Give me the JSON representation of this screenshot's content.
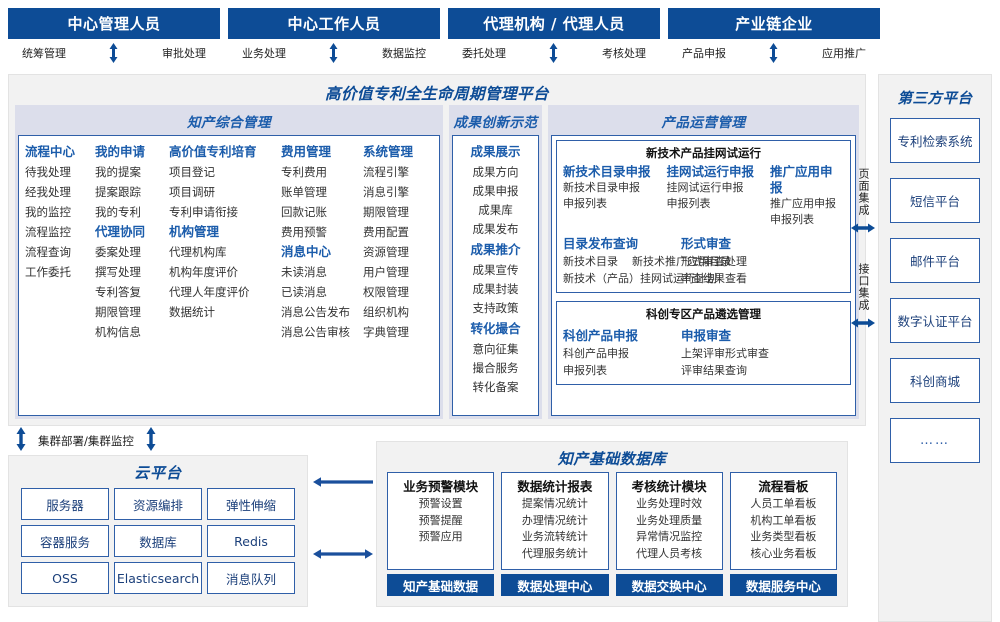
{
  "actors": [
    {
      "title": "中心管理人员",
      "left": "统筹管理",
      "right": "审批处理"
    },
    {
      "title": "中心工作人员",
      "left": "业务处理",
      "right": "数据监控"
    },
    {
      "title": "代理机构 / 代理人员",
      "left": "委托处理",
      "right": "考核处理"
    },
    {
      "title": "产业链企业",
      "left": "产品申报",
      "right": "应用推广"
    }
  ],
  "platform": {
    "title": "高价值专利全生命周期管理平台",
    "zone1": {
      "title": "知产综合管理",
      "columns": [
        {
          "groups": [
            {
              "header": "流程中心",
              "items": [
                "待我处理",
                "经我处理",
                "我的监控",
                "流程监控",
                "流程查询",
                "工作委托"
              ]
            }
          ]
        },
        {
          "groups": [
            {
              "header": "我的申请",
              "items": [
                "我的提案",
                "提案跟踪",
                "我的专利"
              ]
            },
            {
              "header": "代理协同",
              "items": [
                "委案处理",
                "撰写处理",
                "专利答复",
                "期限管理",
                "机构信息"
              ]
            }
          ]
        },
        {
          "groups": [
            {
              "header": "高价值专利培育",
              "items": [
                "项目登记",
                "项目调研",
                "专利申请衔接"
              ]
            },
            {
              "header": "机构管理",
              "items": [
                "代理机构库",
                "机构年度评价",
                "代理人年度评价",
                "数据统计"
              ]
            }
          ]
        },
        {
          "groups": [
            {
              "header": "费用管理",
              "items": [
                "专利费用",
                "账单管理",
                "回款记账",
                "费用预警"
              ]
            },
            {
              "header": "消息中心",
              "items": [
                "未读消息",
                "已读消息",
                "消息公告发布",
                "消息公告审核"
              ]
            }
          ]
        },
        {
          "groups": [
            {
              "header": "系统管理",
              "items": [
                "流程引擎",
                "消息引擎",
                "期限管理",
                "费用配置",
                "资源管理",
                "用户管理",
                "权限管理",
                "组织机构",
                "字典管理"
              ]
            }
          ]
        }
      ]
    },
    "zone2": {
      "title": "成果创新示范",
      "groups": [
        {
          "header": "成果展示",
          "items": [
            "成果方向",
            "成果申报",
            "成果库",
            "成果发布"
          ]
        },
        {
          "header": "成果推介",
          "items": [
            "成果宣传",
            "成果封装",
            "支持政策"
          ]
        },
        {
          "header": "转化撮合",
          "items": [
            "意向征集",
            "撮合服务",
            "转化备案"
          ]
        }
      ]
    },
    "zone3": {
      "title": "产品运营管理",
      "box1": {
        "caption": "新技术产品挂网试运行",
        "top": [
          {
            "header": "新技术目录申报",
            "items": [
              "新技术目录申报",
              "申报列表"
            ]
          },
          {
            "header": "挂网试运行申报",
            "items": [
              "挂网试运行申报",
              "申报列表"
            ]
          },
          {
            "header": "推广应用申报",
            "items": [
              "推广应用申报",
              "申报列表"
            ]
          }
        ],
        "bottom_left_header": "目录发布查询",
        "bottom_left_row1": [
          "新技术目录",
          "新技术推广应用目录"
        ],
        "bottom_left_row2": [
          "新技术（产品）挂网试运行计划"
        ],
        "bottom_right_header": "形式审查",
        "bottom_right_items": [
          "形式审查处理",
          "审查结果查看"
        ]
      },
      "box2": {
        "caption": "科创专区产品遴选管理",
        "left_header": "科创产品申报",
        "left_items": [
          "科创产品申报",
          "申报列表"
        ],
        "right_header": "申报审查",
        "right_items": [
          "上架评审形式审查",
          "评审结果查询"
        ]
      }
    }
  },
  "integration": {
    "page_label": "页面集成",
    "api_label": "接口集成"
  },
  "thirdparty": {
    "title": "第三方平台",
    "items": [
      "专利检索系统",
      "短信平台",
      "邮件平台",
      "数字认证平台",
      "科创商城",
      "……"
    ]
  },
  "cluster_label": "集群部署/集群监控",
  "cloud": {
    "title": "云平台",
    "cells": [
      "服务器",
      "资源编排",
      "弹性伸缩",
      "容器服务",
      "数据库",
      "Redis",
      "OSS",
      "Elasticsearch",
      "消息队列"
    ]
  },
  "knowledge_base": {
    "title": "知产基础数据库",
    "columns": [
      {
        "header": "业务预警模块",
        "items": [
          "预警设置",
          "预警提醒",
          "预警应用"
        ],
        "footer": "知产基础数据"
      },
      {
        "header": "数据统计报表",
        "items": [
          "提案情况统计",
          "办理情况统计",
          "业务流转统计",
          "代理服务统计"
        ],
        "footer": "数据处理中心"
      },
      {
        "header": "考核统计模块",
        "items": [
          "业务处理时效",
          "业务处理质量",
          "异常情况监控",
          "代理人员考核"
        ],
        "footer": "数据交换中心"
      },
      {
        "header": "流程看板",
        "items": [
          "人员工单看板",
          "机构工单看板",
          "业务类型看板",
          "核心业务看板"
        ],
        "footer": "数据服务中心"
      }
    ]
  },
  "colors": {
    "brand_blue": "#0d4c96",
    "border_blue": "#2f5fa8",
    "zone_header_bg": "#dcdeeb",
    "panel_bg": "#f2f2f2"
  }
}
